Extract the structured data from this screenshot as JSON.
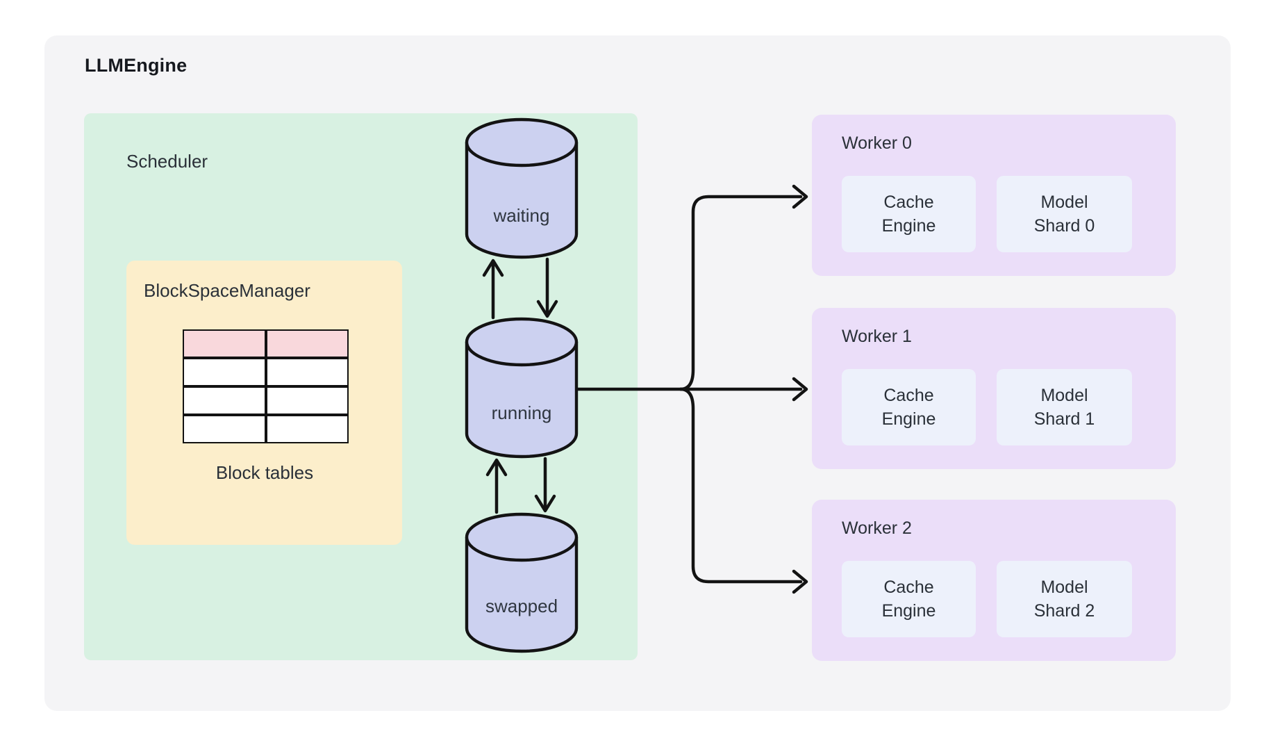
{
  "title": "LLMEngine",
  "colors": {
    "page_bg": "#ffffff",
    "container_bg": "#f4f4f6",
    "scheduler_bg": "#d8f1e2",
    "block_space_manager_bg": "#fceecb",
    "table_highlight_row_bg": "#f9d8dc",
    "table_row_bg": "#ffffff",
    "cylinder_fill": "#ccd1f0",
    "worker_bg": "#ebdef9",
    "worker_inner_bg": "#edf1fb",
    "line_color": "#131313",
    "text_color": "#2a3038"
  },
  "scheduler": {
    "label": "Scheduler",
    "block_space_manager": {
      "label": "BlockSpaceManager",
      "caption": "Block tables",
      "table": {
        "rows": 4,
        "cols": 2,
        "highlighted_row": 1
      }
    },
    "queues": {
      "waiting": "waiting",
      "running": "running",
      "swapped": "swapped"
    }
  },
  "workers": [
    {
      "label": "Worker 0",
      "cache_engine_lines": [
        "Cache",
        "Engine"
      ],
      "model_shard_lines": [
        "Model",
        "Shard 0"
      ]
    },
    {
      "label": "Worker 1",
      "cache_engine_lines": [
        "Cache",
        "Engine"
      ],
      "model_shard_lines": [
        "Model",
        "Shard 1"
      ]
    },
    {
      "label": "Worker 2",
      "cache_engine_lines": [
        "Cache",
        "Engine"
      ],
      "model_shard_lines": [
        "Model",
        "Shard 2"
      ]
    }
  ]
}
